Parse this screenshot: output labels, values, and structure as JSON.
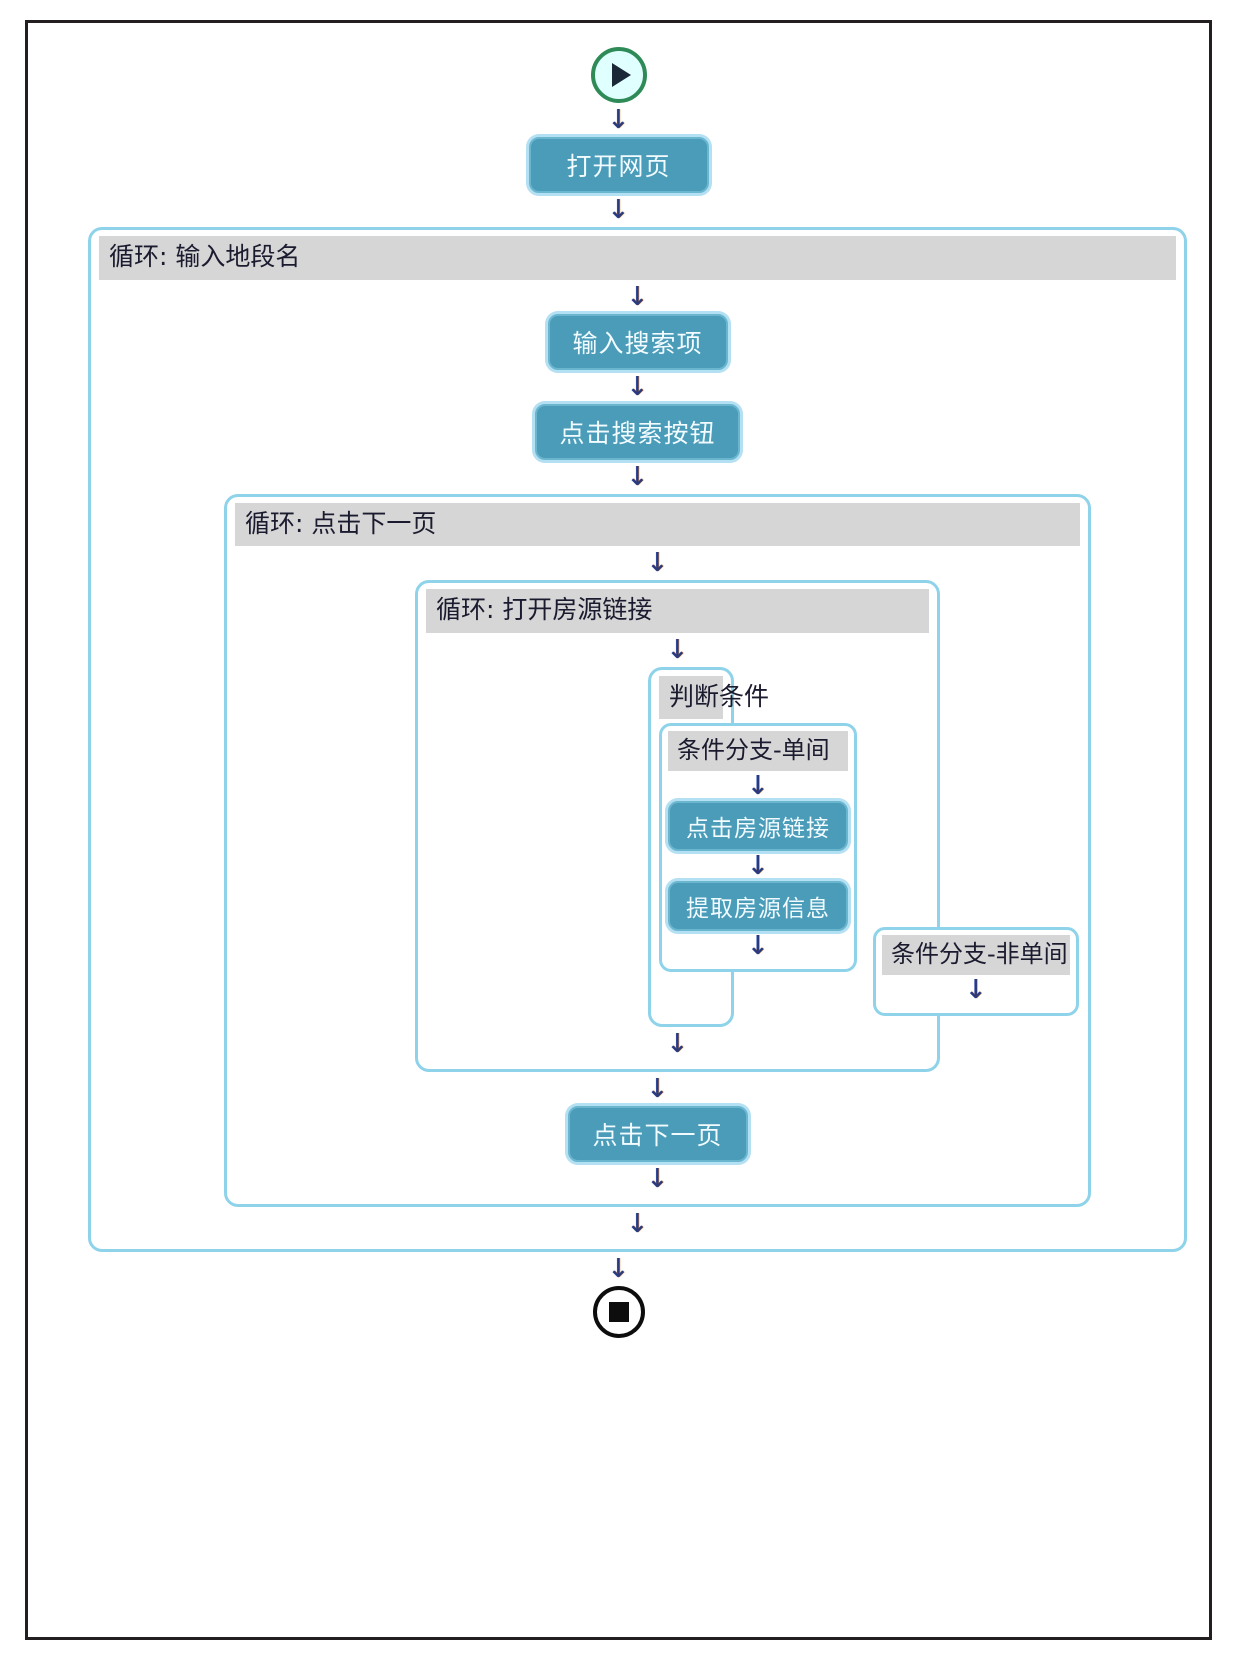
{
  "diagram": {
    "title": "Web scraping RPA flowchart",
    "colors": {
      "action_fill": "#4a9cb9",
      "action_halo": "#b3e0f2",
      "container_border": "#8ed3ea",
      "header_bar": "#d6d6d6",
      "start_ring": "#2e8b57",
      "end_ring": "#0d0d0d",
      "arrow": "#2b3a7a",
      "frame": "#231f20"
    },
    "start": {
      "icon": "play-icon"
    },
    "end": {
      "icon": "stop-icon"
    },
    "arrow_glyph": "↓",
    "nodes": {
      "open_webpage": "打开网页",
      "enter_search_term": "输入搜索项",
      "click_search_button": "点击搜索按钮",
      "click_listing_link": "点击房源链接",
      "extract_listing_info": "提取房源信息",
      "click_next_page": "点击下一页"
    },
    "containers": {
      "loop_enter_district": "循环: 输入地段名",
      "loop_click_next_page": "循环: 点击下一页",
      "loop_open_listing_link": "循环: 打开房源链接",
      "condition": "判断条件",
      "branch_single_room": "条件分支-单间",
      "branch_non_single_room": "条件分支-非单间"
    }
  }
}
